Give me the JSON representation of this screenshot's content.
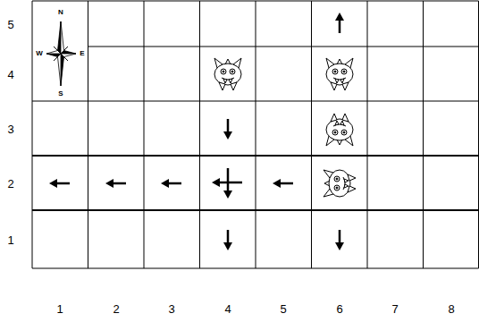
{
  "diagram": {
    "labels": [
      "5",
      "N",
      "W",
      "E",
      "4",
      "S",
      "3",
      "2",
      "1",
      "1",
      "2",
      "3",
      "4",
      "5",
      "6",
      "7",
      "8"
    ]
  }
}
